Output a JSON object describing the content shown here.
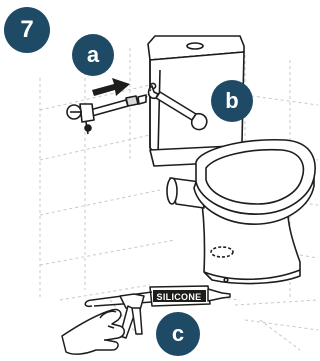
{
  "step": {
    "number": "7",
    "color": "#1f4a66"
  },
  "callouts": [
    {
      "letter": "a",
      "target": "hose-connection"
    },
    {
      "letter": "b",
      "target": "wrench-tightening"
    },
    {
      "letter": "c",
      "target": "silicone-sealing"
    }
  ],
  "tube_label": "SILICONE",
  "colors": {
    "line": "#1d1d1b",
    "grid": "#c8c8c8",
    "badge": "#1f4a66"
  },
  "icons": [
    "arrow-right-icon",
    "wrench-icon",
    "silicone-gun-icon",
    "hand-icon"
  ]
}
